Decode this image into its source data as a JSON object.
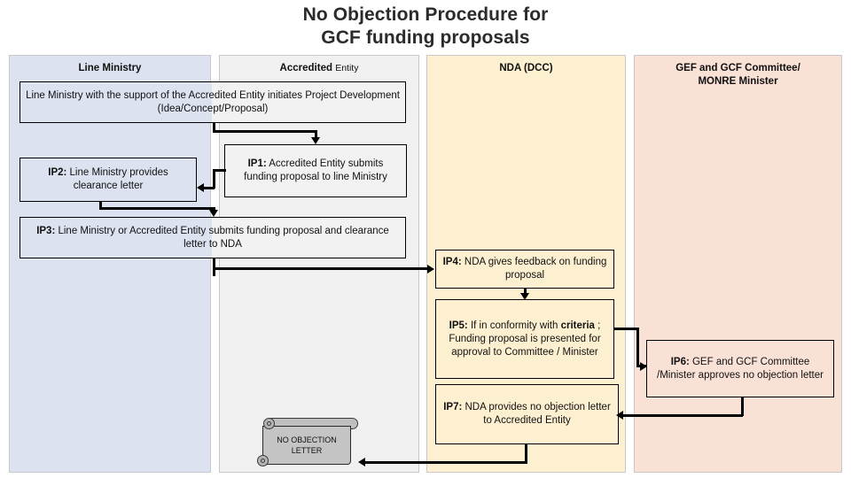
{
  "title": {
    "line1": "No Objection Procedure for",
    "line2": "GCF funding proposals"
  },
  "lanes": [
    {
      "id": "ministry",
      "label_bold": "Line Ministry",
      "label_thin": "",
      "color": "#dce2f0"
    },
    {
      "id": "entity",
      "label_bold": "Accredited",
      "label_thin": "Entity",
      "color": "#f0f0f0"
    },
    {
      "id": "nda",
      "label_bold": "NDA (DCC)",
      "label_thin": "",
      "color": "#fdf0d0"
    },
    {
      "id": "gef",
      "label_bold": "GEF and GCF Committee/",
      "label_thin": "MONRE Minister",
      "color": "#fae1d6"
    }
  ],
  "boxes": {
    "init": {
      "text": "Line Ministry with the support of the Accredited Entity initiates Project Development (Idea/Concept/Proposal)"
    },
    "ip1": {
      "tag": "IP1:",
      "text": " Accredited Entity submits funding proposal to line Ministry"
    },
    "ip2": {
      "tag": "IP2:",
      "text": " Line Ministry provides clearance letter"
    },
    "ip3": {
      "tag": "IP3:",
      "text": " Line Ministry or Accredited Entity submits funding proposal and clearance letter to NDA"
    },
    "ip4": {
      "tag": "IP4:",
      "text": " NDA gives feedback on funding proposal"
    },
    "ip5": {
      "tag": "IP5:",
      "text_a": " If in conformity with ",
      "tag2": "criteria",
      "text_b": " ; Funding proposal is presented for approval to Committee / Minister"
    },
    "ip6": {
      "tag": "IP6:",
      "text": " GEF and GCF Committee /Minister approves no objection letter"
    },
    "ip7": {
      "tag": "IP7:",
      "text": " NDA provides no objection letter to Accredited Entity"
    }
  },
  "artifact": {
    "line1": "NO OBJECTION",
    "line2": "LETTER"
  }
}
